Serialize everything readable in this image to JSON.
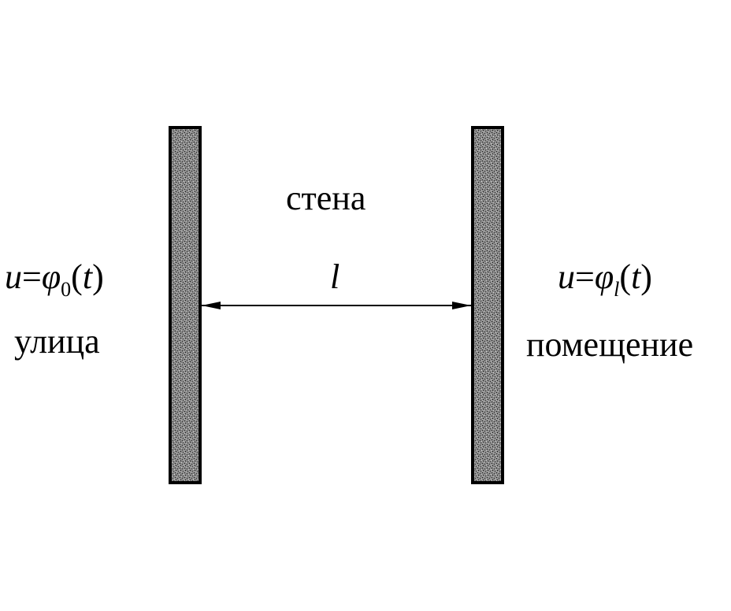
{
  "labels": {
    "wall": "стена",
    "outside": "улица",
    "room": "помещение",
    "length": "l"
  },
  "left_condition": {
    "var": "u",
    "eq": "=",
    "func": "φ",
    "sub": "0",
    "arg_open": "(",
    "arg": "t",
    "arg_close": ")"
  },
  "right_condition": {
    "var": "u",
    "eq": "=",
    "func": "φ",
    "sub": "l",
    "arg_open": "(",
    "arg": "t",
    "arg_close": ")"
  },
  "colors": {
    "wall_fill": "#7a7a7a",
    "wall_border": "#000000",
    "line": "#000000"
  }
}
